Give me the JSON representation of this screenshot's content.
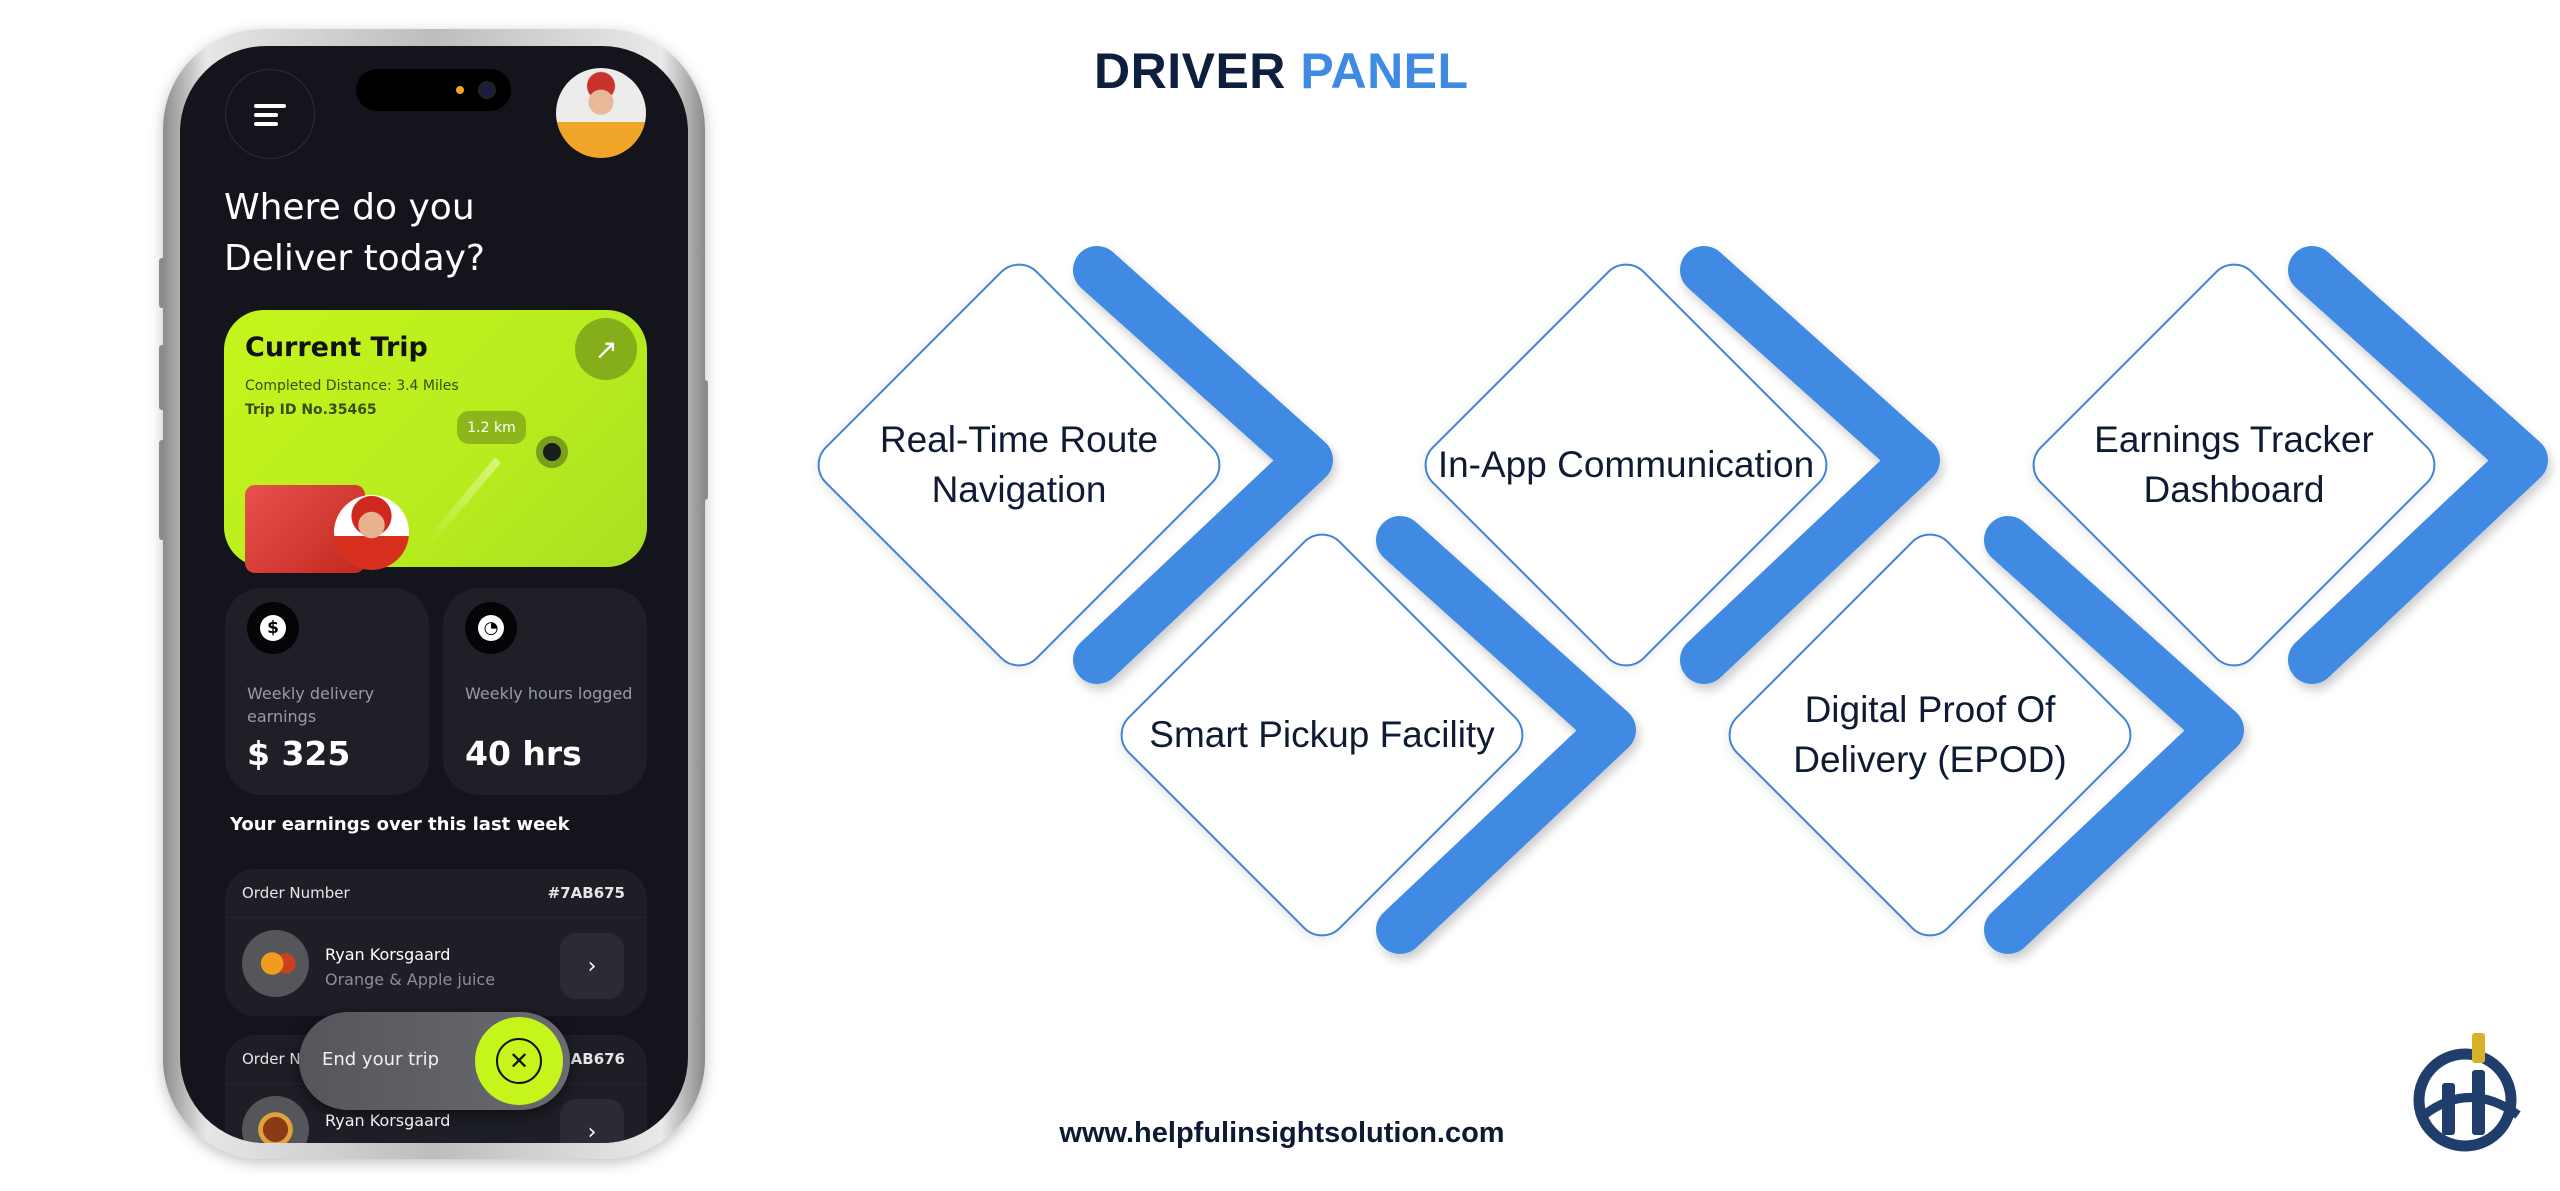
{
  "page": {
    "title_part1": "DRIVER",
    "title_part2": "PANEL",
    "website": "www.helpfulinsightsolution.com",
    "accent_color": "#3f8ae3",
    "navy_color": "#0e1e3d"
  },
  "phone": {
    "menu_icon": "hamburger-menu-icon",
    "heading_line1": "Where do you",
    "heading_line2": "Deliver today?",
    "current_trip": {
      "title": "Current Trip",
      "distance": "Completed Distance: 3.4 Miles",
      "trip_id": "Trip ID No.35465",
      "distance_badge": "1.2 km",
      "arrow_icon": "arrow-up-right-icon",
      "card_color": "#c6f51c"
    },
    "stats": [
      {
        "icon": "dollar-icon",
        "glyph": "$",
        "label": "Weekly delivery earnings",
        "value": "$ 325"
      },
      {
        "icon": "clock-icon",
        "glyph": "◔",
        "label": "Weekly hours logged",
        "value": "40 hrs"
      }
    ],
    "earnings_title": "Your earnings over this last week",
    "orders": [
      {
        "header_label": "Order Number",
        "order_id": "#7AB675",
        "name": "Ryan Korsgaard",
        "item": "Orange & Apple juice"
      },
      {
        "header_label": "Order Number",
        "order_id": "#7AB676",
        "name": "Ryan Korsgaard",
        "item": ""
      }
    ],
    "end_trip_label": "End your trip",
    "end_trip_icon": "close-icon"
  },
  "features": [
    {
      "label": "Real-Time Route Navigation"
    },
    {
      "label": "Smart Pickup Facility"
    },
    {
      "label": "In-App Communication"
    },
    {
      "label": "Digital Proof Of Delivery (EPOD)"
    },
    {
      "label": "Earnings Tracker Dashboard"
    }
  ]
}
